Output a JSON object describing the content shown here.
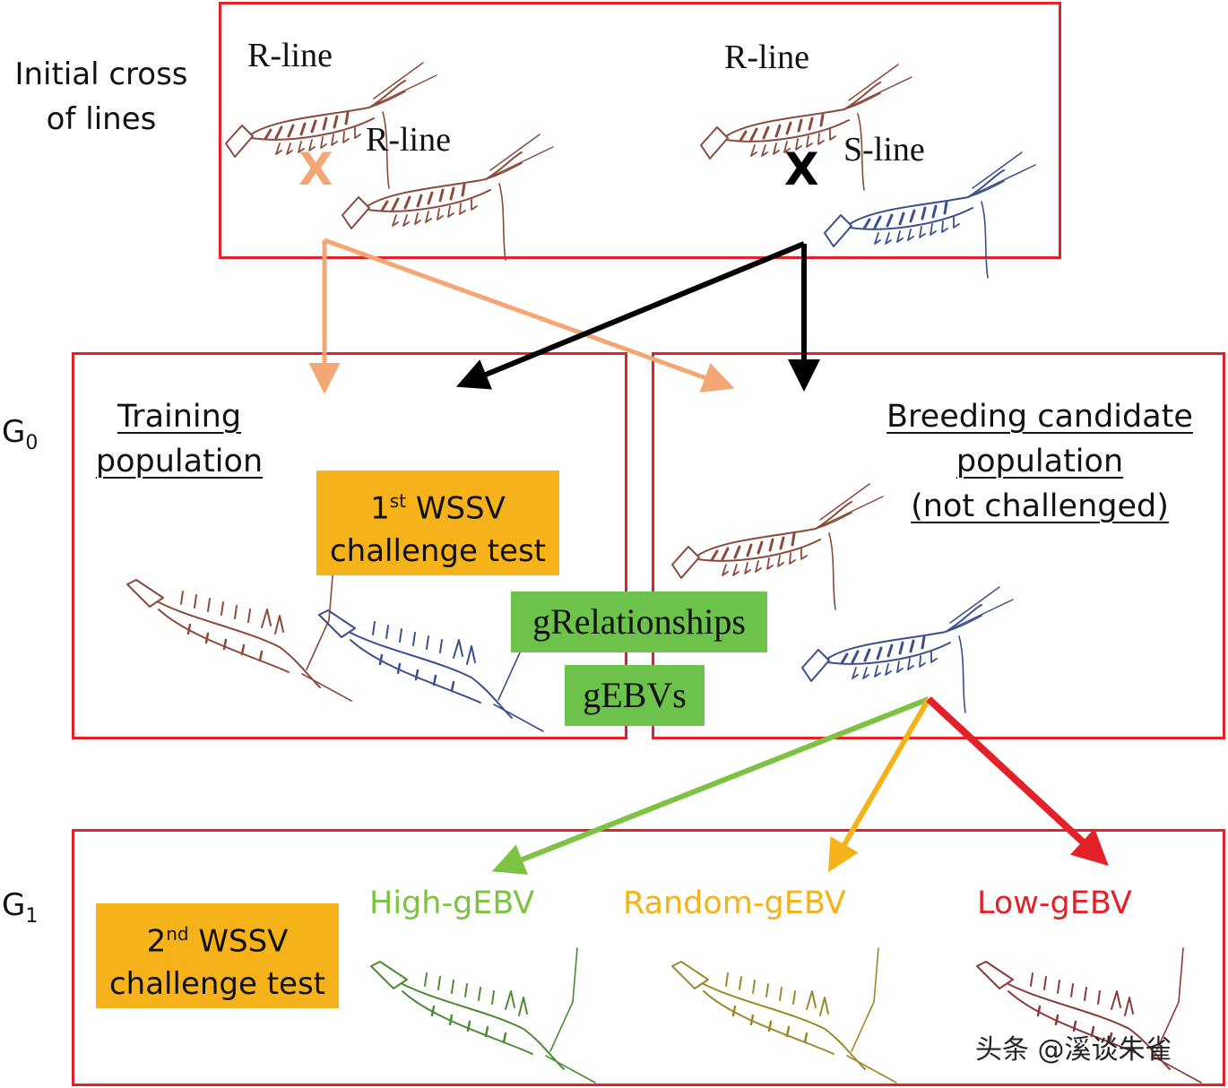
{
  "initial_cross": {
    "label_line1": "Initial cross",
    "label_line2": "of lines",
    "left_cross": {
      "line_a": "R-line",
      "line_b": "R-line",
      "symbol": "X",
      "symbol_color": "#f4a774"
    },
    "right_cross": {
      "line_a": "R-line",
      "line_b": "S-line",
      "symbol": "X",
      "symbol_color": "#000000"
    }
  },
  "g0": {
    "label": "G",
    "subscript": "0",
    "training": {
      "line1": "Training",
      "line2": "population",
      "challenge_ord": "1",
      "challenge_sup": "st",
      "challenge_line1": " WSSV",
      "challenge_line2": "challenge test"
    },
    "candidate": {
      "line1": "Breeding candidate",
      "line2": "population",
      "line3": "(not challenged)"
    },
    "grelationships": "gRelationships",
    "gebvs": "gEBVs"
  },
  "g1": {
    "label": "G",
    "subscript": "1",
    "challenge_ord": "2",
    "challenge_sup": "nd",
    "challenge_line1": " WSSV",
    "challenge_line2": "challenge test",
    "groups": [
      {
        "name": "High-gEBV",
        "color": "#7dc242"
      },
      {
        "name": "Random-gEBV",
        "color": "#f5b21a"
      },
      {
        "name": "Low-gEBV",
        "color": "#e32129"
      }
    ]
  },
  "watermark": "头条 @溪谈朱雀",
  "colors": {
    "frame_red": "#e32129",
    "arrow_peach": "#f4a774",
    "arrow_black": "#000000",
    "box_orange": "#f5b21a",
    "box_green": "#6cc24a",
    "shrimp_brown": "#8b4a3a",
    "shrimp_blue": "#3a4f8c"
  }
}
